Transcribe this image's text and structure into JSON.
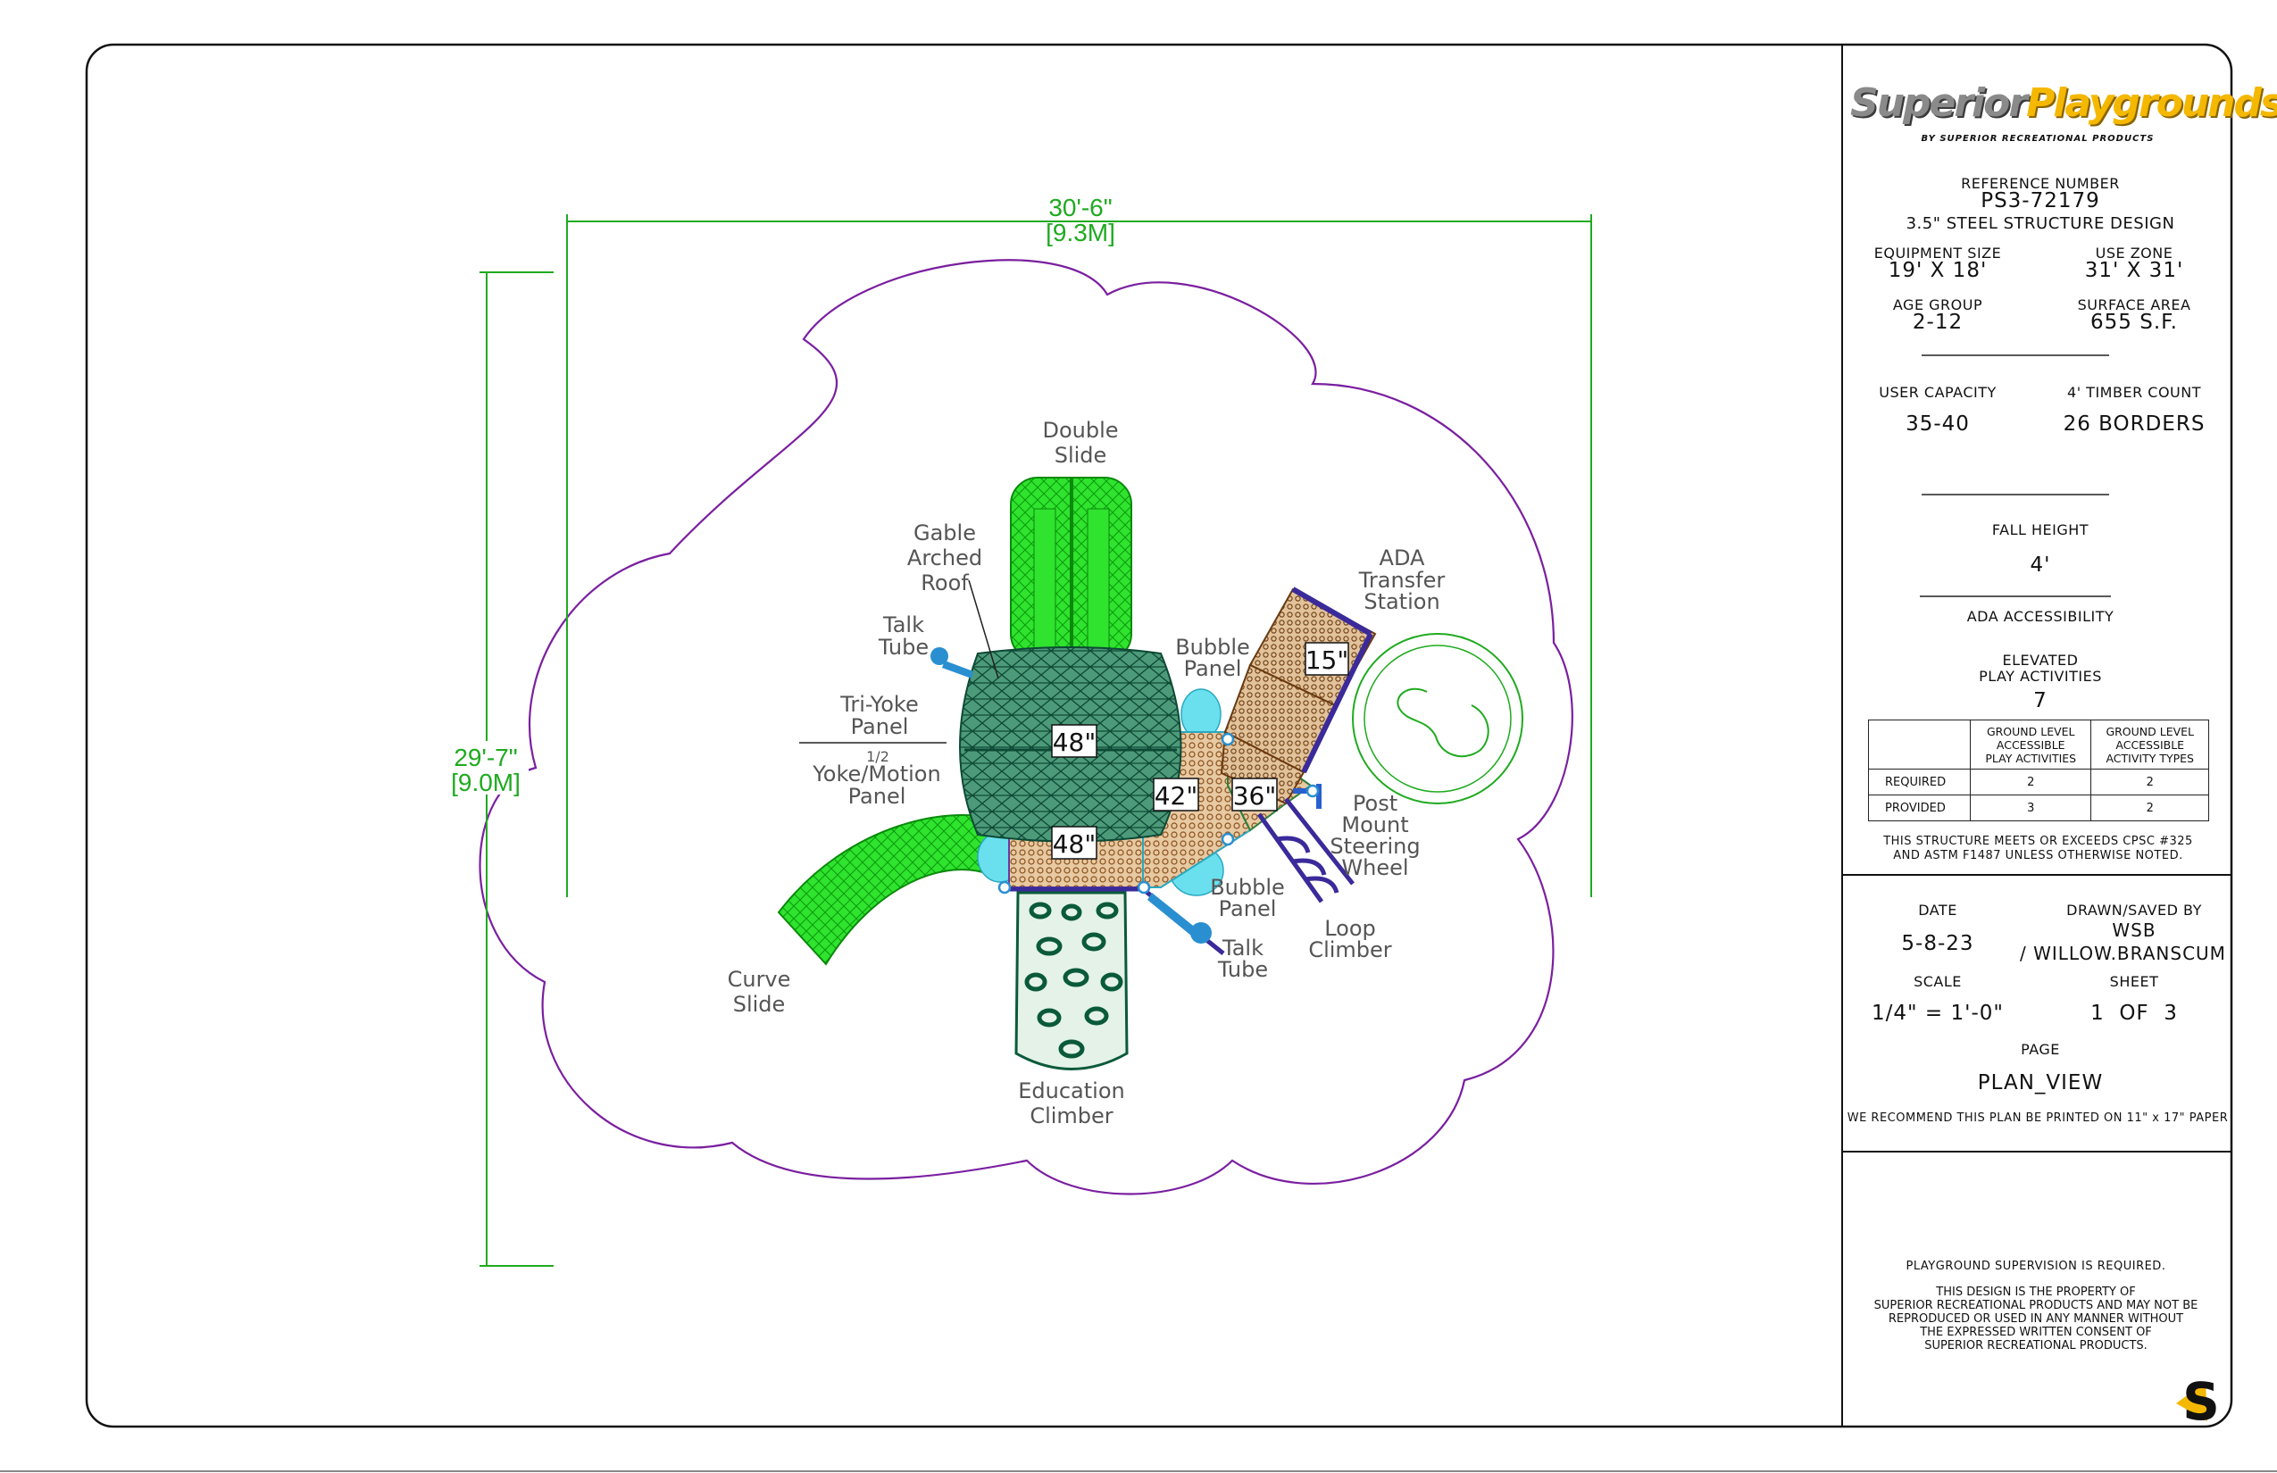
{
  "drawing": {
    "dimensions": {
      "width_ft": "30'-6\"",
      "width_m": "[9.3M]",
      "height_ft": "29'-7\"",
      "height_m": "[9.0M]"
    },
    "components": {
      "double_slide": [
        "Double",
        "Slide"
      ],
      "gable_roof": [
        "Gable",
        "Arched",
        "Roof"
      ],
      "talk_tube_left": [
        "Talk",
        "Tube"
      ],
      "tri_yoke": [
        "Tri-Yoke",
        "Panel"
      ],
      "half": "1/2",
      "yoke_motion": [
        "Yoke/Motion",
        "Panel"
      ],
      "curve_slide": [
        "Curve",
        "Slide"
      ],
      "education_climber": [
        "Education",
        "Climber"
      ],
      "bubble_panel_top": [
        "Bubble",
        "Panel"
      ],
      "bubble_panel_bottom": [
        "Bubble",
        "Panel"
      ],
      "talk_tube_bottom": [
        "Talk",
        "Tube"
      ],
      "ada_transfer": [
        "ADA",
        "Transfer",
        "Station"
      ],
      "steering_wheel": [
        "Post",
        "Mount",
        "Steering",
        "Wheel"
      ],
      "loop_climber": [
        "Loop",
        "Climber"
      ]
    },
    "decks": {
      "deck_a": "48\"",
      "deck_b": "48\"",
      "deck_c": "42\"",
      "deck_d": "36\"",
      "deck_e": "15\""
    }
  },
  "title_block": {
    "logo": {
      "word1": "Superior",
      "word2": "Playgrounds",
      "tagline": "BY SUPERIOR RECREATIONAL PRODUCTS"
    },
    "reference_label": "REFERENCE NUMBER",
    "reference_number": "PS3-72179",
    "structure": "3.5\"  STEEL STRUCTURE DESIGN",
    "equipment_size_label": "EQUIPMENT SIZE",
    "equipment_size": "19' X 18'",
    "use_zone_label": "USE ZONE",
    "use_zone": "31' X 31'",
    "age_group_label": "AGE GROUP",
    "age_group": "2-12",
    "surface_area_label": "SURFACE AREA",
    "surface_area": "655 S.F.",
    "user_capacity_label": "USER CAPACITY",
    "user_capacity": "35-40",
    "timber_label": "4' TIMBER COUNT",
    "timber_count": "26 BORDERS",
    "fall_height_label": "FALL HEIGHT",
    "fall_height": "4'",
    "ada_label": "ADA ACCESSIBILITY",
    "elevated_label_1": "ELEVATED",
    "elevated_label_2": "PLAY ACTIVITIES",
    "elevated_count": "7",
    "table": {
      "col1": [
        "GROUND LEVEL",
        "ACCESSIBLE",
        "PLAY ACTIVITIES"
      ],
      "col2": [
        "GROUND LEVEL",
        "ACCESSIBLE",
        "ACTIVITY TYPES"
      ],
      "rows": [
        {
          "label": "REQUIRED",
          "a": "2",
          "b": "2"
        },
        {
          "label": "PROVIDED",
          "a": "3",
          "b": "2"
        }
      ]
    },
    "compliance_1": "THIS STRUCTURE MEETS OR EXCEEDS CPSC #325",
    "compliance_2": "AND ASTM F1487 UNLESS OTHERWISE NOTED.",
    "date_label": "DATE",
    "date": "5-8-23",
    "drawn_label": "DRAWN/SAVED BY",
    "drawn_by_1": "WSB",
    "drawn_by_2": "/ WILLOW.BRANSCUM",
    "scale_label": "SCALE",
    "scale": "1/4\" = 1'-0\"",
    "sheet_label": "SHEET",
    "sheet": "1  OF  3",
    "page_label": "PAGE",
    "page": "PLAN_VIEW",
    "print_note": "WE RECOMMEND THIS PLAN BE PRINTED ON 11\" x 17\" PAPER",
    "supervision": "PLAYGROUND SUPERVISION IS REQUIRED.",
    "property": [
      "THIS DESIGN IS THE PROPERTY OF",
      "SUPERIOR RECREATIONAL PRODUCTS AND MAY NOT BE",
      "REPRODUCED OR USED IN ANY MANNER WITHOUT",
      "THE EXPRESSED WRITTEN CONSENT OF",
      "SUPERIOR RECREATIONAL PRODUCTS."
    ],
    "corner_logo": "S"
  }
}
